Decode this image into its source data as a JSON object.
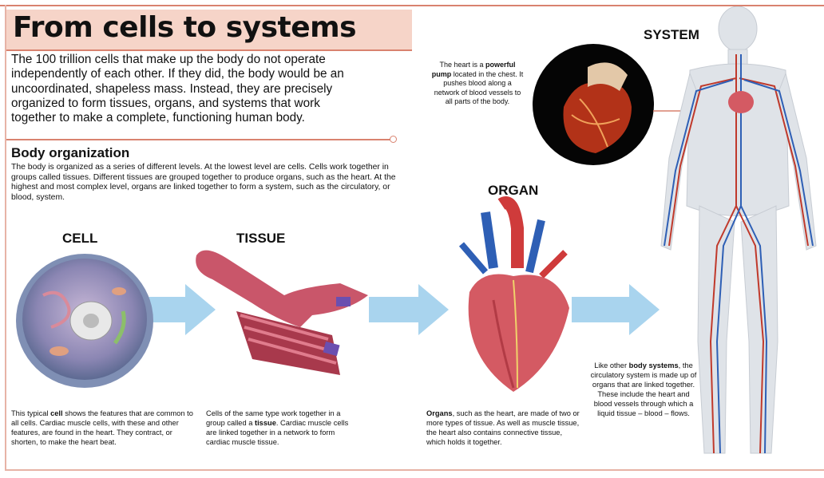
{
  "title": "From cells to systems",
  "intro": "The 100 trillion cells that make up the body do not operate independently of each other. If they did, the body would be an uncoordinated, shapeless mass. Instead, they are precisely organized to form tissues, organs, and systems that work together to make a complete, functioning human body.",
  "organization": {
    "heading": "Body organization",
    "text": "The body is organized as a series of different levels. At the lowest level are cells. Cells work together in groups called tissues. Different tissues are grouped together to produce organs, such as the heart. At the highest and most complex level, organs are linked together to form a system, such as the circulatory, or blood, system."
  },
  "levels": {
    "cell": "CELL",
    "tissue": "TISSUE",
    "organ": "ORGAN",
    "system": "SYSTEM"
  },
  "captions": {
    "cell": {
      "pre": "This typical ",
      "bold": "cell",
      "post": " shows the features that are common to all cells. Cardiac muscle cells, with these and other features, are found in the heart. They contract, or shorten, to make the heart beat."
    },
    "tissue": {
      "pre": "Cells of the same type work together in a group called a ",
      "bold": "tissue",
      "post": ". Cardiac muscle cells are linked together in a network to form cardiac muscle tissue."
    },
    "organ": {
      "pre": "",
      "bold": "Organs",
      "post": ", such as the heart, are made of two or more types of tissue. As well as muscle tissue, the heart also contains connective tissue, which holds it together."
    },
    "system": {
      "pre": "Like other ",
      "bold": "body systems",
      "post": ", the circulatory system is made up of organs that are linked together. These include the heart and blood vessels through which a liquid tissue – blood – flows."
    },
    "heart": {
      "pre": "The heart is a ",
      "bold": "powerful pump",
      "post": " located in the chest. It pushes blood along a network of blood vessels to all parts of the body."
    }
  },
  "icons": {
    "cell": "cell-illustration",
    "tissue": "muscle-tissue-illustration",
    "organ": "heart-illustration",
    "system": "circulatory-system-illustration",
    "scan": "heart-scan-image",
    "arrow": "right-arrow-icon"
  },
  "colors": {
    "accent": "#d9826f",
    "title_band": "#f6d4c8",
    "arrow": "#9fcdea"
  }
}
